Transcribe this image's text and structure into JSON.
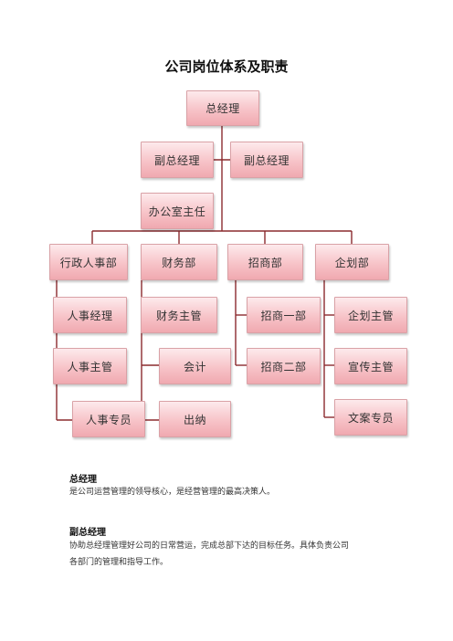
{
  "title": "公司岗位体系及职责",
  "chart": {
    "gm": "总经理",
    "deputy_1": "副总经理",
    "deputy_2": "副总经理",
    "office_director": "办公室主任",
    "departments": [
      "行政人事部",
      "财务部",
      "招商部",
      "企划部"
    ],
    "admin": [
      "人事经理",
      "人事主管",
      "人事专员"
    ],
    "finance": [
      "财务主管",
      "会计",
      "出纳"
    ],
    "investment": [
      "招商一部",
      "招商二部"
    ],
    "planning": [
      "企划主管",
      "宣传主管",
      "文案专员"
    ]
  },
  "sections": [
    {
      "heading": "总经理",
      "lines": [
        "是公司运营管理的领导核心，是经营管理的最高决策人。"
      ]
    },
    {
      "heading": "副总经理",
      "lines": [
        "协助总经理管理好公司的日常营运，完成总部下达的目标任务。具体负责公司",
        "各部门的管理和指导工作。"
      ]
    }
  ]
}
